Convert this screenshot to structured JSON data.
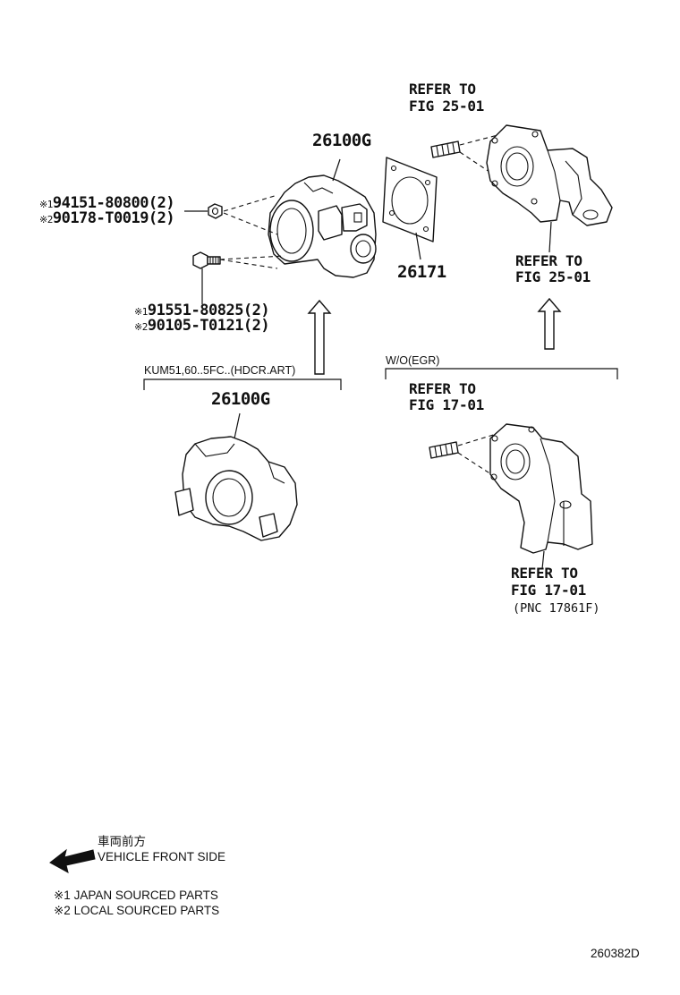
{
  "parts": {
    "main_throttle": {
      "number": "26100G"
    },
    "alt_throttle": {
      "number": "26100G"
    },
    "gasket": {
      "number": "26171"
    }
  },
  "fasteners": {
    "nut_jp": {
      "mark": "※1",
      "number": "94151-80800(2)"
    },
    "nut_local": {
      "mark": "※2",
      "number": "90178-T0019(2)"
    },
    "bolt_jp": {
      "mark": "※1",
      "number": "91551-80825(2)"
    },
    "bolt_local": {
      "mark": "※2",
      "number": "90105-T0121(2)"
    }
  },
  "references": {
    "stud_top": [
      "REFER TO",
      "FIG 25-01"
    ],
    "manifold_top": [
      "REFER TO",
      "FIG 25-01"
    ],
    "stud_bottom": [
      "REFER TO",
      "FIG 17-01"
    ],
    "manifold_bottom": [
      "REFER TO",
      "FIG 17-01"
    ],
    "manifold_bottom_pnc": "(PNC 17861F)"
  },
  "conditions": {
    "left": "KUM51,60..5FC..(HDCR.ART)",
    "right": "W/O(EGR)"
  },
  "direction": {
    "japanese": "車両前方",
    "english": "VEHICLE FRONT SIDE",
    "icon": "left-arrow-icon"
  },
  "notes": [
    "※1 JAPAN SOURCED PARTS",
    "※2 LOCAL SOURCED PARTS"
  ],
  "diagram_code": "260382D"
}
